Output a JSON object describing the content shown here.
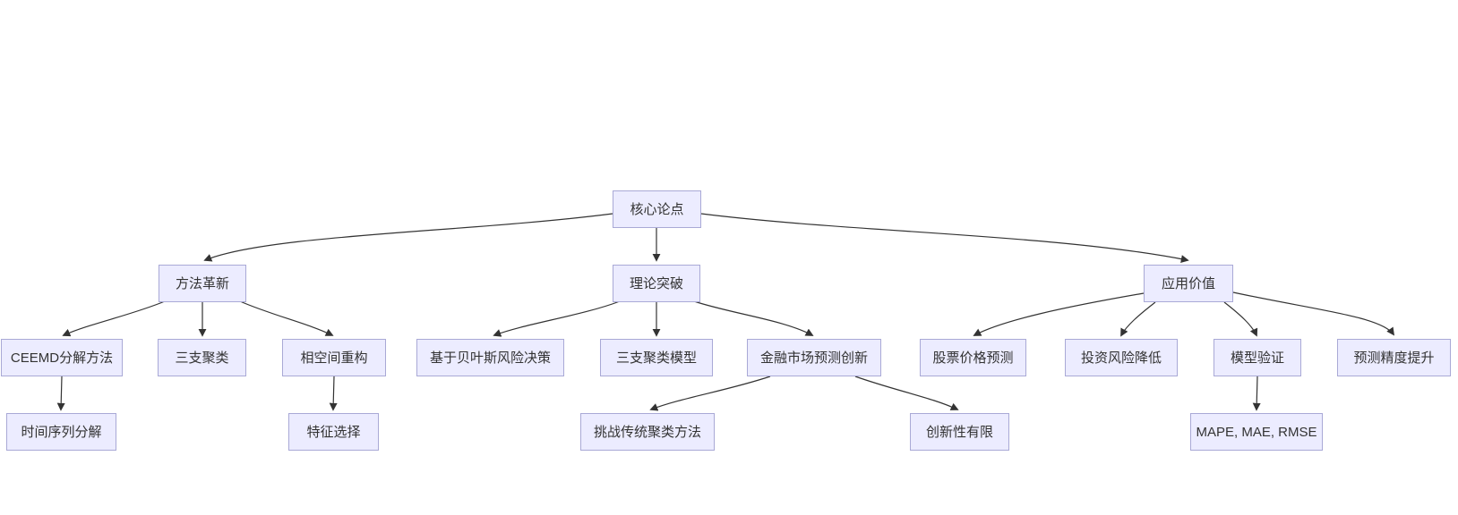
{
  "diagram": {
    "colors": {
      "background": "#FFFFFF",
      "node_fill": "#ECECFF",
      "node_border": "#A9A9D6",
      "edge": "#333333",
      "text": "#333333"
    },
    "nodes": [
      {
        "id": "core-thesis",
        "label": "核心论点",
        "level": 1
      },
      {
        "id": "method-innovation",
        "label": "方法革新",
        "level": 2
      },
      {
        "id": "theory-breakthrough",
        "label": "理论突破",
        "level": 2
      },
      {
        "id": "application-value",
        "label": "应用价值",
        "level": 2
      },
      {
        "id": "ceemd-decomposition",
        "label": "CEEMD分解方法",
        "level": 3
      },
      {
        "id": "three-way-clustering",
        "label": "三支聚类",
        "level": 3
      },
      {
        "id": "phase-space-reconstruction",
        "label": "相空间重构",
        "level": 3
      },
      {
        "id": "bayesian-risk-decision",
        "label": "基于贝叶斯风险决策",
        "level": 3
      },
      {
        "id": "three-way-clustering-model",
        "label": "三支聚类模型",
        "level": 3
      },
      {
        "id": "financial-market-prediction-innovation",
        "label": "金融市场预测创新",
        "level": 3
      },
      {
        "id": "stock-price-prediction",
        "label": "股票价格预测",
        "level": 3
      },
      {
        "id": "investment-risk-reduction",
        "label": "投资风险降低",
        "level": 3
      },
      {
        "id": "model-validation",
        "label": "模型验证",
        "level": 3
      },
      {
        "id": "prediction-accuracy-improvement",
        "label": "预测精度提升",
        "level": 3
      },
      {
        "id": "time-series-decomposition",
        "label": "时间序列分解",
        "level": 4
      },
      {
        "id": "feature-selection",
        "label": "特征选择",
        "level": 4
      },
      {
        "id": "challenge-traditional-clustering",
        "label": "挑战传统聚类方法",
        "level": 4
      },
      {
        "id": "limited-innovation",
        "label": "创新性有限",
        "level": 4
      },
      {
        "id": "mape-mae-rmse",
        "label": "MAPE, MAE, RMSE",
        "level": 4
      }
    ],
    "edges": [
      {
        "from": "核心论点",
        "to": "方法革新"
      },
      {
        "from": "核心论点",
        "to": "理论突破"
      },
      {
        "from": "核心论点",
        "to": "应用价值"
      },
      {
        "from": "方法革新",
        "to": "CEEMD分解方法"
      },
      {
        "from": "方法革新",
        "to": "三支聚类"
      },
      {
        "from": "方法革新",
        "to": "相空间重构"
      },
      {
        "from": "理论突破",
        "to": "基于贝叶斯风险决策"
      },
      {
        "from": "理论突破",
        "to": "三支聚类模型"
      },
      {
        "from": "理论突破",
        "to": "金融市场预测创新"
      },
      {
        "from": "应用价值",
        "to": "股票价格预测"
      },
      {
        "from": "应用价值",
        "to": "投资风险降低"
      },
      {
        "from": "应用价值",
        "to": "模型验证"
      },
      {
        "from": "应用价值",
        "to": "预测精度提升"
      },
      {
        "from": "CEEMD分解方法",
        "to": "时间序列分解"
      },
      {
        "from": "相空间重构",
        "to": "特征选择"
      },
      {
        "from": "金融市场预测创新",
        "to": "挑战传统聚类方法"
      },
      {
        "from": "金融市场预测创新",
        "to": "创新性有限"
      },
      {
        "from": "模型验证",
        "to": "MAPE, MAE, RMSE"
      }
    ]
  }
}
